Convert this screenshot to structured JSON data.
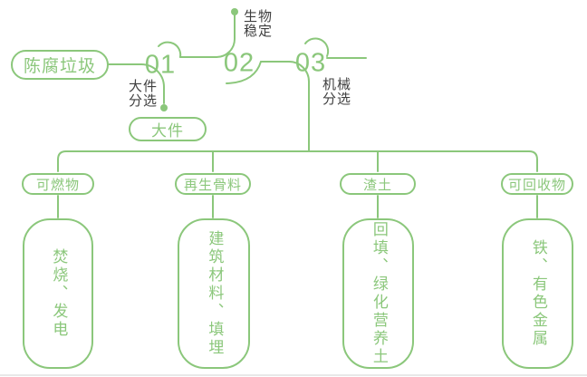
{
  "colors": {
    "line_green": "#8bc77b",
    "label_dark": "#3f3f3f",
    "divider_gray": "#e8e8e8"
  },
  "source": {
    "label": "陈腐垃圾"
  },
  "steps": [
    {
      "number": "01",
      "label": "大件\n分选",
      "output": "大件"
    },
    {
      "number": "02",
      "label": "生物\n稳定"
    },
    {
      "number": "03",
      "label": "机械\n分选"
    }
  ],
  "branches": [
    {
      "category": "可燃物",
      "result": "焚烧、发电"
    },
    {
      "category": "再生骨料",
      "result": "建筑材料、填埋"
    },
    {
      "category": "渣土",
      "result": "回填、绿化营养土"
    },
    {
      "category": "可回收物",
      "result": "铁、有色金属"
    }
  ]
}
